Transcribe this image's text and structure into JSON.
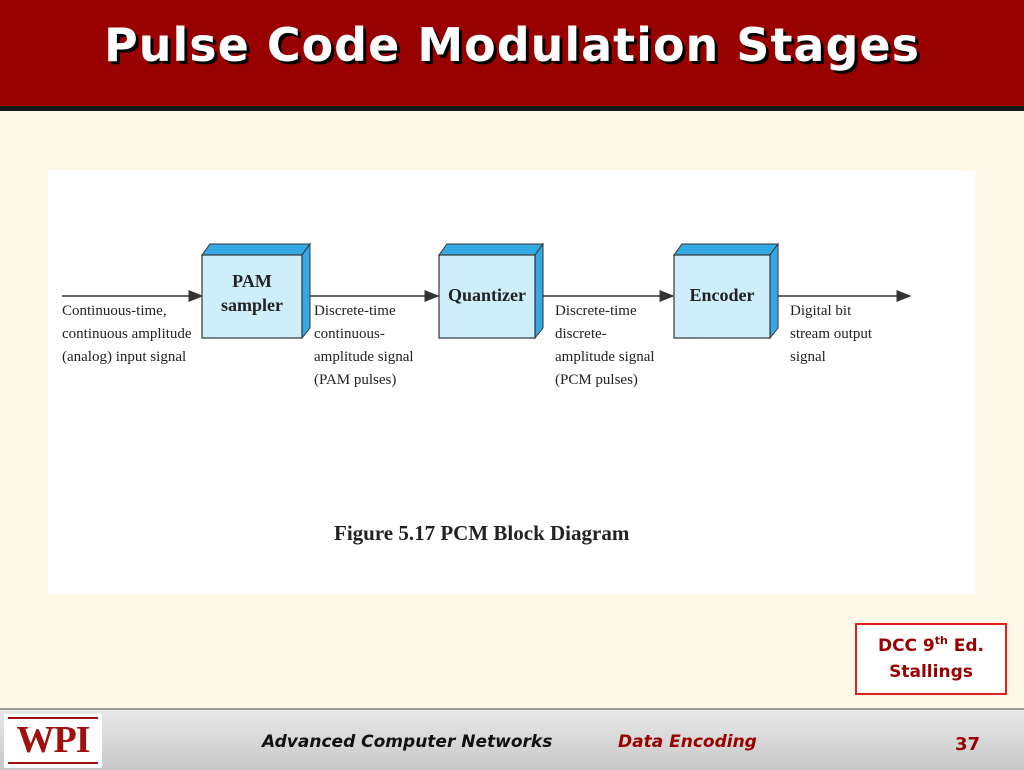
{
  "slide": {
    "title": "Pulse Code Modulation Stages"
  },
  "diagram": {
    "blocks": [
      {
        "lines": [
          "PAM",
          "sampler"
        ]
      },
      {
        "lines": [
          "Quantizer"
        ]
      },
      {
        "lines": [
          "Encoder"
        ]
      }
    ],
    "signals": [
      {
        "lines": [
          "Continuous-time,",
          "continuous amplitude",
          "(analog) input signal"
        ]
      },
      {
        "lines": [
          "Discrete-time",
          "continuous-",
          "amplitude signal",
          "(PAM pulses)"
        ]
      },
      {
        "lines": [
          "Discrete-time",
          "discrete-",
          "amplitude signal",
          "(PCM pulses)"
        ]
      },
      {
        "lines": [
          "Digital bit",
          "stream output",
          "signal"
        ]
      }
    ],
    "caption": "Figure 5.17  PCM Block Diagram",
    "colors": {
      "block_face": "#cdeefa",
      "block_side": "#35a9e6"
    }
  },
  "source_note": {
    "line1_prefix": "DCC 9",
    "line1_sup": "th",
    "line1_suffix": " Ed.",
    "line2": "Stallings"
  },
  "footer": {
    "logo": "WPI",
    "course": "Advanced Computer Networks",
    "topic": "Data Encoding",
    "page": "37"
  },
  "colors": {
    "title_bar": "#990000",
    "background": "#fdf8e8",
    "accent_text": "#990000"
  }
}
